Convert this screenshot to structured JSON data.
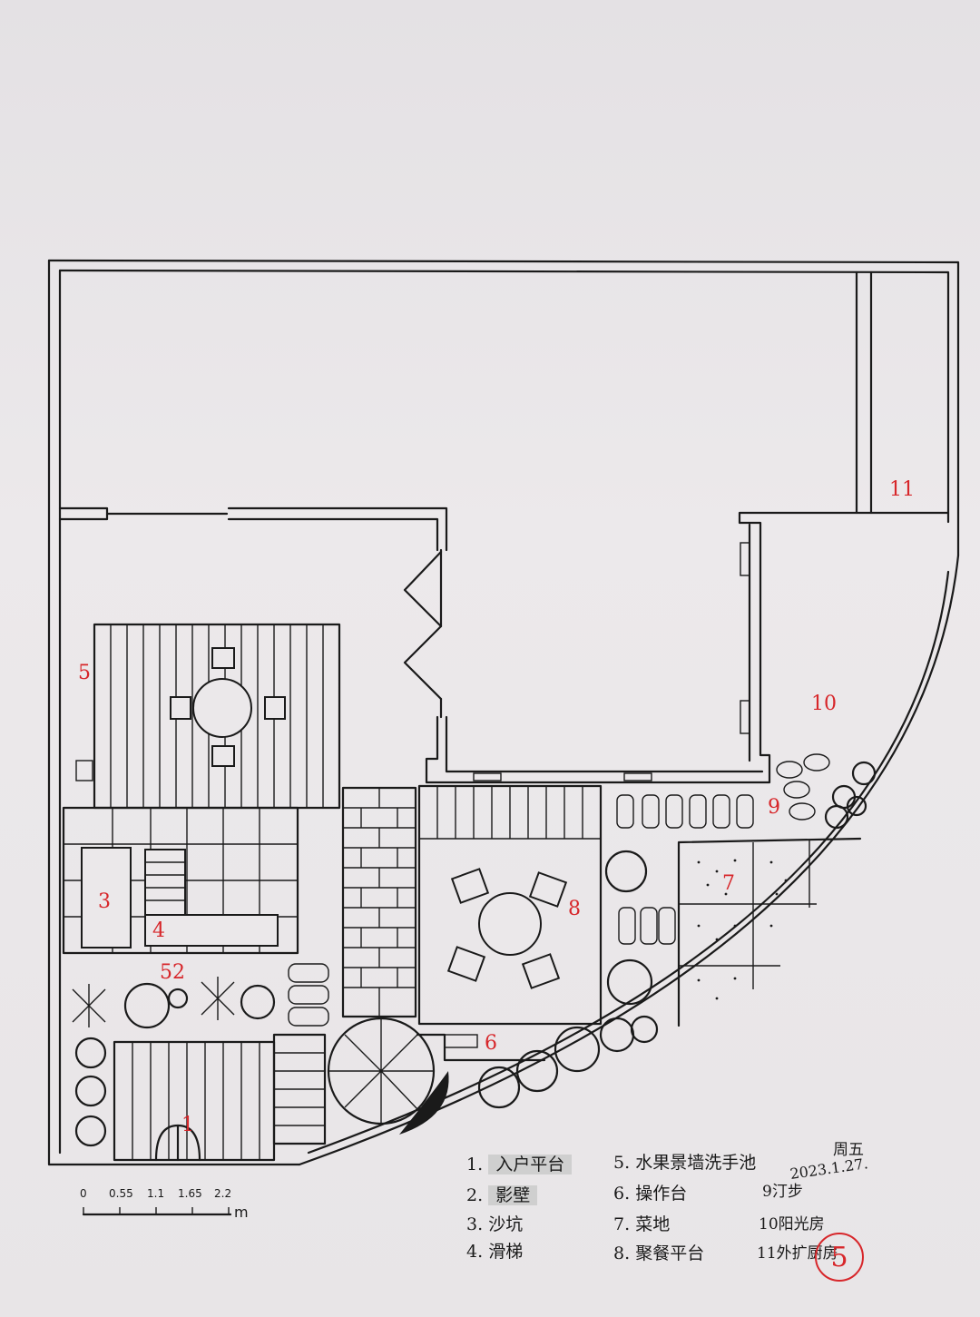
{
  "diagram": {
    "zone_labels": [
      "1",
      "3",
      "4",
      "5",
      "6",
      "7",
      "8",
      "9",
      "10",
      "11"
    ],
    "zone_label_extra": "52",
    "legend": [
      {
        "num": "1.",
        "text": "入户平台"
      },
      {
        "num": "2.",
        "text": "影壁"
      },
      {
        "num": "3.",
        "text": "沙坑"
      },
      {
        "num": "4.",
        "text": "滑梯"
      },
      {
        "num": "5.",
        "text": "水果景墙洗手池"
      },
      {
        "num": "6.",
        "text": "操作台"
      },
      {
        "num": "7.",
        "text": "菜地"
      },
      {
        "num": "8.",
        "text": "聚餐平台"
      },
      {
        "num": "9",
        "text": "汀步"
      },
      {
        "num": "10",
        "text": "阳光房"
      },
      {
        "num": "11",
        "text": "外扩厨房"
      }
    ],
    "scale": {
      "ticks": [
        "0",
        "0.55",
        "1.1",
        "1.65",
        "2.2"
      ],
      "unit": "m"
    },
    "author": "周五",
    "date": "2023.1.27.",
    "stamp": "5"
  },
  "colors": {
    "ink": "#1a1a1a",
    "red": "#d7262a",
    "paper": "#e9e6e9"
  }
}
